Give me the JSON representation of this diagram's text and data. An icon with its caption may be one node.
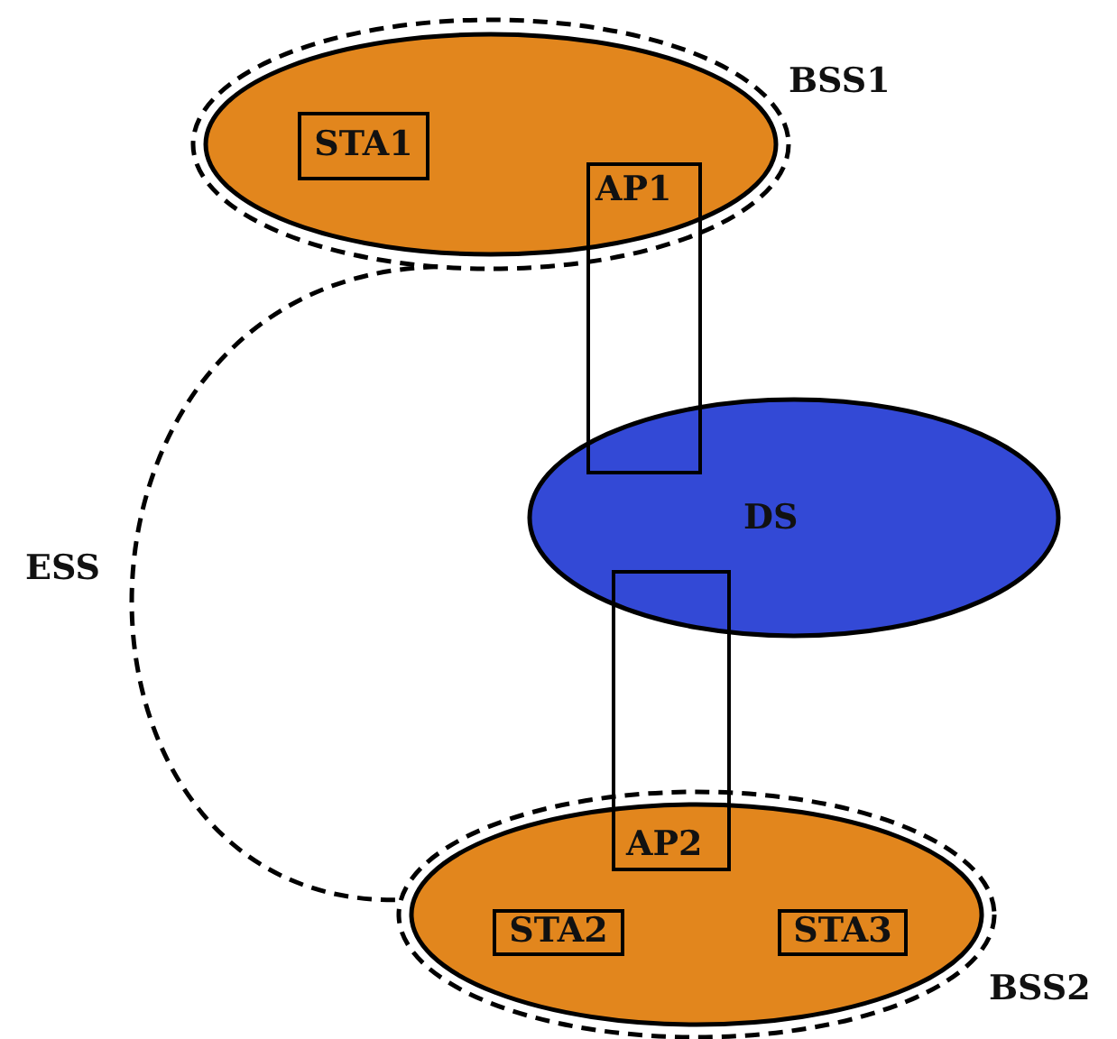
{
  "diagram": {
    "nodes": [
      {
        "text": [
          "BSS1"
        ]
      },
      {
        "text": [
          "STA1"
        ],
        "in": 0
      },
      {
        "text": [
          "AP1"
        ]
      },
      {
        "text": [
          "DS"
        ]
      },
      {
        "text": [
          "AP2"
        ]
      },
      {
        "text": [
          "BSS2"
        ]
      },
      {
        "text": [
          "STA2"
        ],
        "in": 5
      },
      {
        "text": [
          "STA3"
        ],
        "in": 5
      }
    ],
    "edges": [
      {
        "from": 0,
        "to": 5,
        "arrow": "none",
        "style": "dashed",
        "label": "ESS"
      }
    ]
  }
}
